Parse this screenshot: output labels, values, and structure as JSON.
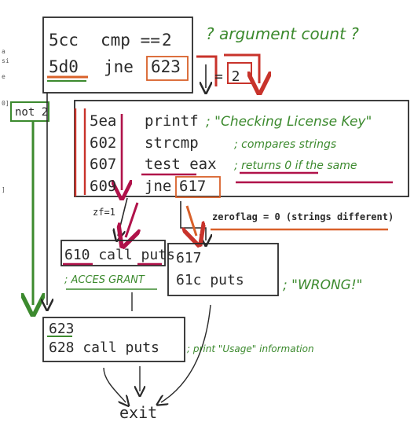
{
  "colors": {
    "ink": "#2a2a2a",
    "red": "#c8332b",
    "orange": "#d9612a",
    "green": "#3c8a2e",
    "magenta": "#b0124a",
    "paper": "#ffffff"
  },
  "margin_chars": [
    "a",
    "si",
    "e",
    "0]",
    "]"
  ],
  "block1": {
    "lines": [
      {
        "addr": "5cc",
        "op": "cmp ==",
        "arg": "2"
      },
      {
        "addr": "5d0",
        "op": "jne",
        "arg": "623"
      }
    ],
    "note": "? argument count ?",
    "jump_label": "= 2",
    "not2_label": "not 2"
  },
  "block2": {
    "lines": [
      {
        "addr": "5ea",
        "op": "printf",
        "comment": "; \"Checking License Key\""
      },
      {
        "addr": "602",
        "op": "strcmp",
        "comment": "; compares strings"
      },
      {
        "addr": "607",
        "op": "test eax",
        "comment": "; returns 0 if the same"
      },
      {
        "addr": "609",
        "op": "jne",
        "arg": "617"
      }
    ]
  },
  "flags": {
    "zf1": "zf=1",
    "zf0": "zeroflag = 0 (strings different)"
  },
  "block_access": {
    "text": "610 call puts",
    "comment": "; ACCES GRANT"
  },
  "block_wrong": {
    "line1": "617",
    "line2": "61c   puts",
    "comment": "; \"WRONG!\""
  },
  "block_usage": {
    "line1": "623",
    "line2": "628 call puts",
    "comment": "; print \"Usage\" information"
  },
  "exit_label": "exit"
}
